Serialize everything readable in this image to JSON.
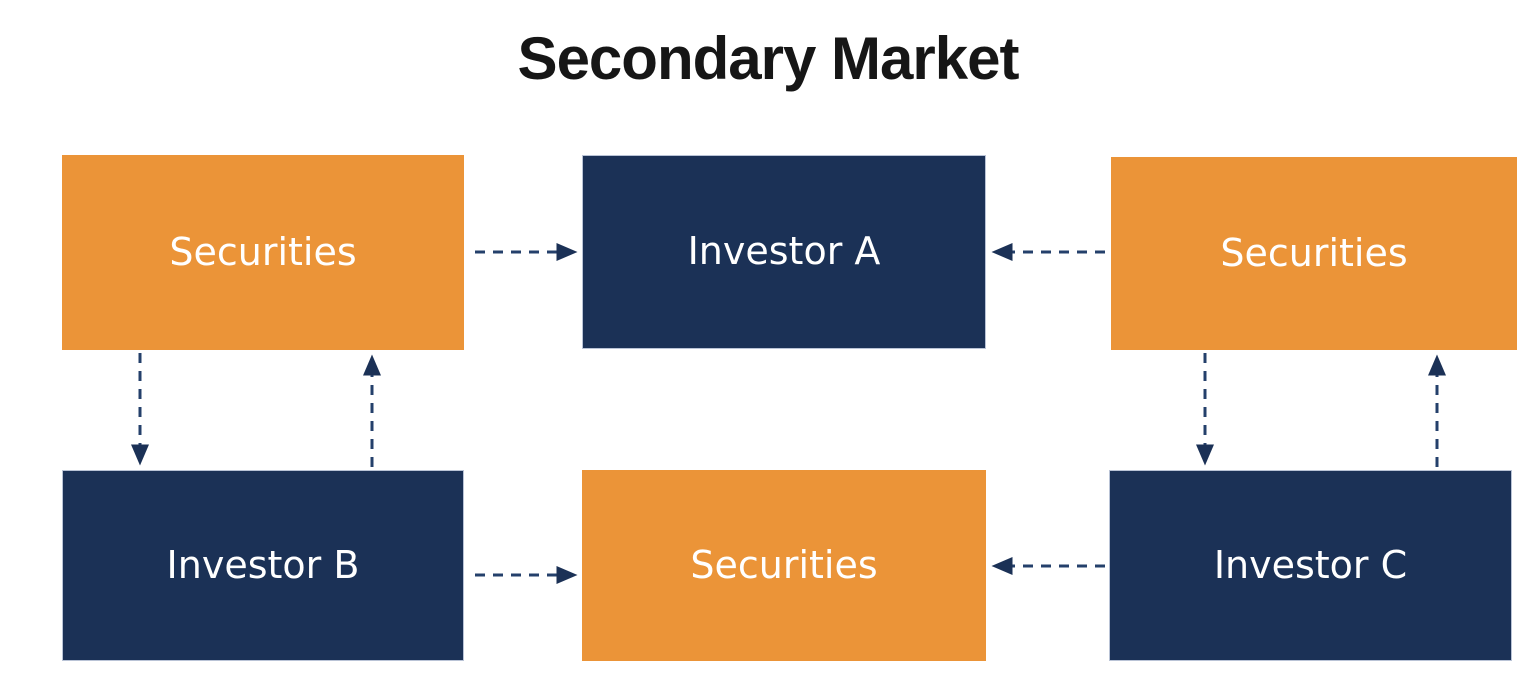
{
  "title": "Secondary Market",
  "colors": {
    "box_orange": "#EB9438",
    "box_navy": "#1B3156",
    "arrow": "#24406B",
    "label_text": "#FFFFFF",
    "title_text": "#161616",
    "background": "#FFFFFF"
  },
  "nodes": [
    {
      "id": "securities-top-left",
      "label": "Securities",
      "type": "securities",
      "color": "orange",
      "row": "top",
      "position": "left"
    },
    {
      "id": "investor-a",
      "label": "Investor A",
      "type": "investor",
      "color": "navy",
      "row": "top",
      "position": "center"
    },
    {
      "id": "securities-top-right",
      "label": "Securities",
      "type": "securities",
      "color": "orange",
      "row": "top",
      "position": "right"
    },
    {
      "id": "investor-b",
      "label": "Investor B",
      "type": "investor",
      "color": "navy",
      "row": "bottom",
      "position": "left"
    },
    {
      "id": "securities-bottom-center",
      "label": "Securities",
      "type": "securities",
      "color": "orange",
      "row": "bottom",
      "position": "center"
    },
    {
      "id": "investor-c",
      "label": "Investor C",
      "type": "investor",
      "color": "navy",
      "row": "bottom",
      "position": "right"
    }
  ],
  "edges": [
    {
      "from": "securities-top-left",
      "to": "investor-a",
      "style": "dashed",
      "direction": "right"
    },
    {
      "from": "securities-top-right",
      "to": "investor-a",
      "style": "dashed",
      "direction": "left"
    },
    {
      "from": "securities-top-left",
      "to": "investor-b",
      "style": "dashed",
      "direction": "down"
    },
    {
      "from": "investor-b",
      "to": "securities-top-left",
      "style": "dashed",
      "direction": "up"
    },
    {
      "from": "investor-b",
      "to": "securities-bottom-center",
      "style": "dashed",
      "direction": "right"
    },
    {
      "from": "investor-c",
      "to": "securities-bottom-center",
      "style": "dashed",
      "direction": "left"
    },
    {
      "from": "securities-top-right",
      "to": "investor-c",
      "style": "dashed",
      "direction": "down"
    },
    {
      "from": "investor-c",
      "to": "securities-top-right",
      "style": "dashed",
      "direction": "up"
    }
  ]
}
